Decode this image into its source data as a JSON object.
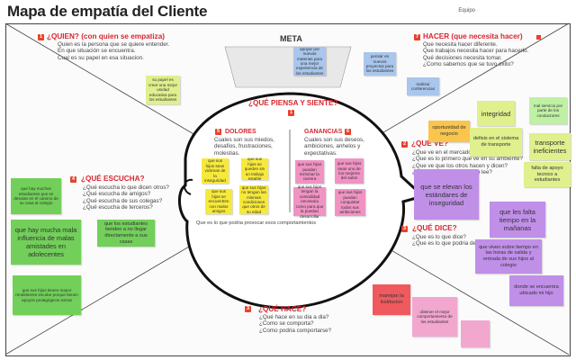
{
  "title": "Mapa de empatía del Cliente",
  "brand": "Equipo",
  "meta_label": "META",
  "colors": {
    "accent": "#d8262e",
    "number_badge": "#e8412c"
  },
  "sections": {
    "quien": {
      "number": "1",
      "heading": "¿QUIEN? (con quien se empatiza)",
      "lines": [
        "Quien es la persona que se quiere entender.",
        "En que situación se encuentra.",
        "Cual es su papel en esa situacion."
      ]
    },
    "hacer": {
      "number": "7",
      "heading": "HACER (que necesita hacer)",
      "lines": [
        "Que necesita hacer diferente.",
        "Que trabajos necesita hacer para hacerlo.",
        "Qué decisiones necesita tomar.",
        "¿Como sabemos que se tuvo exito?"
      ]
    },
    "piensa": {
      "number": "1",
      "heading": "¿QUÉ PIENSA Y SIENTE?"
    },
    "dolores": {
      "number": "5",
      "heading": "DOLORES",
      "lines": [
        "Cuales son sus miedos,",
        "desafios, frustraciones,",
        "molestias."
      ]
    },
    "ganancias": {
      "number": "6",
      "heading": "GANANCIAS",
      "lines": [
        "Cuales son sus deseos,",
        "ambiciones, anhelos y",
        "expectativas."
      ]
    },
    "escucha": {
      "number": "4",
      "heading": "¿QUÉ ESCUCHA?",
      "lines": [
        "¿Qué escucha lo que dicen otros?",
        "¿Qué escucha de amigos?",
        "¿Qué escucha de sus colegas?",
        "¿Qué escucha de terceros?"
      ]
    },
    "ve": {
      "number": "2",
      "heading": "¿QUÉ VE?",
      "lines": [
        "¿Que ve en el mercado?",
        "¿Que es lo primero que ve en su ambiente?",
        "¿Que ve que los otros hacen y dicen?",
        "¿Que es lo que ve y lo que lee?"
      ]
    },
    "dice": {
      "number": "3",
      "heading": "¿QUÉ DICE?",
      "lines": [
        "¿Que es lo que dice?",
        "¿Que es lo que podria decir?"
      ]
    },
    "hace": {
      "number": "3",
      "heading": "¿QUÉ HACE?",
      "lines": [
        "¿Qué hace en su dia a dia?",
        "¿Como se comporta?",
        "¿Como podria comportarse?"
      ]
    },
    "footer": "Que es lo que podria provocar esos comportamientos"
  },
  "notes": {
    "meta1": "apoyar por nuevas materias para una mejor experiencia de los estudiantes",
    "meta2": "pensar en nuevos proyectos para los estudiantes",
    "meta3": "realizar conferencias",
    "quien1": "su papel es crear una mejor unidad educativa para los estudiantes",
    "dol1": "que sus hijos sean victimas de la inseguridad",
    "dol2": "que sus hijos se queden sin un trabajo estable",
    "dol3": "que sus hijos se encuentren con malos amigos",
    "dol4": "que sus hijos no tengan las mismas condiciones que otros de su edad",
    "gan1": "que sus hijos puedan terminar la carrera",
    "gan2": "que sus hijos sean uno de los mejores del salon",
    "gan3": "que sus hijos tengan la comodidad necesaria como para que la puedan desarrollar",
    "gan4": "que sus hijos puedan conquistar todos sus ambiciones",
    "esc1": "que hay muchos estudiantes que se desvian en el camino de su casa al colegio",
    "esc2": "que hay mucha mala influencia de malas amistades en adolecentes",
    "esc3": "que los estudiantes tienden a no llegar directamente a sus casas",
    "esc4": "que sus hijos tienen mayor rendimiento escolar porque tienen apoyos pedagógicos extras",
    "ve1": "oportunidad de negocio",
    "ve2": "integridad",
    "ve3": "mal servicio por parte de los conductores",
    "ve4": "defisis en el sistema de transporte",
    "ve5": "transporte ineficientes",
    "ve6": "falta de apoyo tecnico a estudiantes",
    "dice1": "que se elevan los estándares de inseguridad",
    "dice2": "que les falta tiempo en la mañanas",
    "dice3": "que viven sobre tiempo en las horas de salida y entrada de sus hijos al colegio",
    "dice4": "donde se encuentra ubicado mi hijo",
    "hace1": "manejan la institucion",
    "hace2": "obtener el mejor comportamiento de los estudiantes",
    "hace3": ""
  }
}
